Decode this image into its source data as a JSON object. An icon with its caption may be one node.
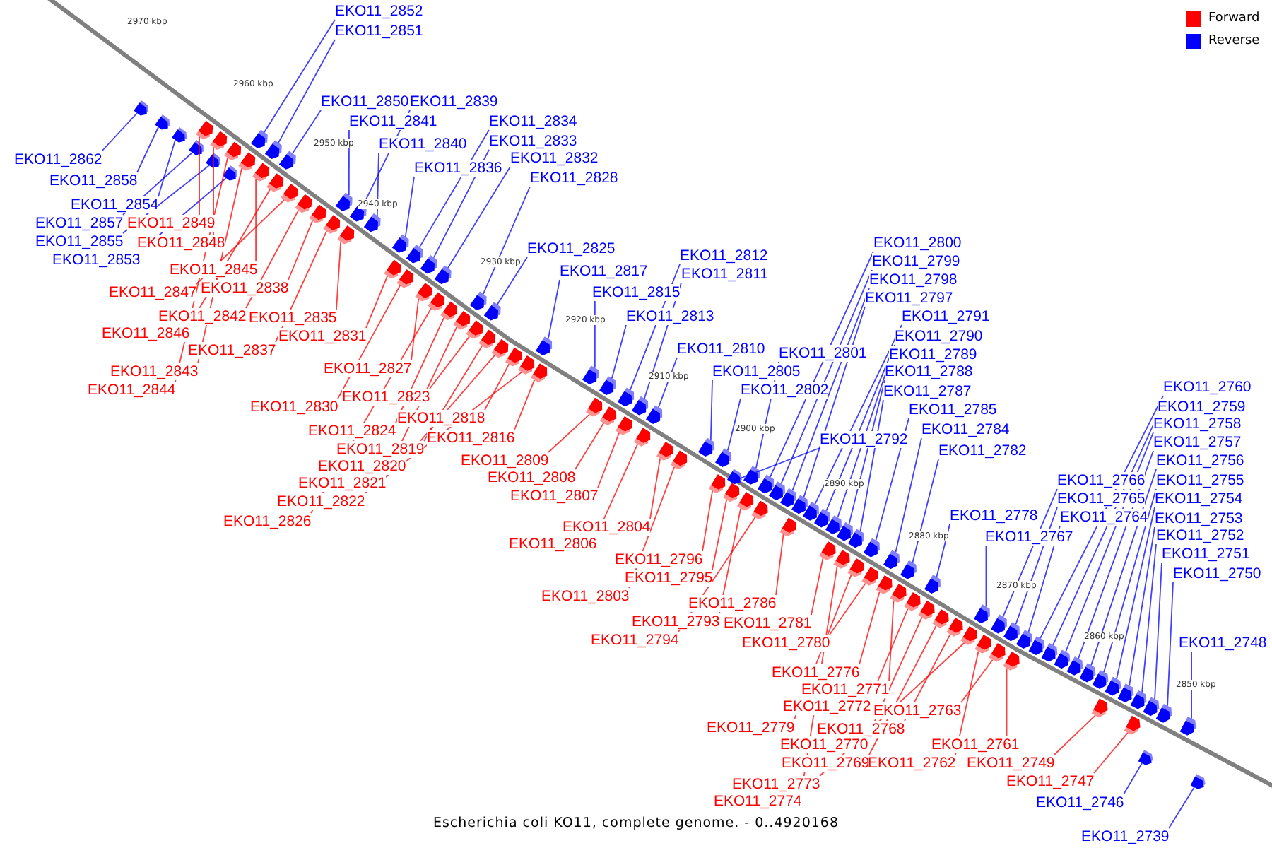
{
  "diagram": {
    "caption": "Escherichia coli KO11, complete genome. - 0..4920168",
    "nodes": [
      {
        "text": [
          "EKO11_2852"
        ]
      },
      {
        "text": [
          "EKO11_2851"
        ]
      },
      {
        "text": [
          "EKO11_2850"
        ]
      },
      {
        "text": [
          "EKO11_2839"
        ]
      },
      {
        "text": [
          "EKO11_2841"
        ]
      },
      {
        "text": [
          "EKO11_2840"
        ]
      },
      {
        "text": [
          "EKO11_2834"
        ]
      },
      {
        "text": [
          "EKO11_2833"
        ]
      },
      {
        "text": [
          "EKO11_2836"
        ]
      },
      {
        "text": [
          "EKO11_2832"
        ]
      },
      {
        "text": [
          "EKO11_2828"
        ]
      },
      {
        "text": [
          "EKO11_2862"
        ]
      },
      {
        "text": [
          "EKO11_2858"
        ]
      },
      {
        "text": [
          "EKO11_2854"
        ]
      },
      {
        "text": [
          "EKO11_2857"
        ]
      },
      {
        "text": [
          "EKO11_2855"
        ]
      },
      {
        "text": [
          "EKO11_2853"
        ]
      },
      {
        "text": [
          "EKO11_2849"
        ]
      },
      {
        "text": [
          "EKO11_2848"
        ]
      },
      {
        "text": [
          "EKO11_2845"
        ]
      },
      {
        "text": [
          "EKO11_2847"
        ]
      },
      {
        "text": [
          "EKO11_2838"
        ]
      },
      {
        "text": [
          "EKO11_2842"
        ]
      },
      {
        "text": [
          "EKO11_2835"
        ]
      },
      {
        "text": [
          "EKO11_2846"
        ]
      },
      {
        "text": [
          "EKO11_2837"
        ]
      },
      {
        "text": [
          "EKO11_2831"
        ]
      },
      {
        "text": [
          "EKO11_2843"
        ]
      },
      {
        "text": [
          "EKO11_2844"
        ]
      },
      {
        "text": [
          "EKO11_2827"
        ]
      },
      {
        "text": [
          "EKO11_2830"
        ]
      },
      {
        "text": [
          "EKO11_2823"
        ]
      },
      {
        "text": [
          "EKO11_2824"
        ]
      },
      {
        "text": [
          "EKO11_2818"
        ]
      },
      {
        "text": [
          "EKO11_2819"
        ]
      },
      {
        "text": [
          "EKO11_2816"
        ]
      },
      {
        "text": [
          "EKO11_2820"
        ]
      },
      {
        "text": [
          "EKO11_2821"
        ]
      },
      {
        "text": [
          "EKO11_2822"
        ]
      },
      {
        "text": [
          "EKO11_2826"
        ]
      },
      {
        "text": [
          "EKO11_2809"
        ]
      },
      {
        "text": [
          "EKO11_2808"
        ]
      },
      {
        "text": [
          "EKO11_2807"
        ]
      },
      {
        "text": [
          "EKO11_2804"
        ]
      },
      {
        "text": [
          "EKO11_2806"
        ]
      },
      {
        "text": [
          "EKO11_2796"
        ]
      },
      {
        "text": [
          "EKO11_2795"
        ]
      },
      {
        "text": [
          "EKO11_2803"
        ]
      },
      {
        "text": [
          "EKO11_2786"
        ]
      },
      {
        "text": [
          "EKO11_2793"
        ]
      },
      {
        "text": [
          "EKO11_2781"
        ]
      },
      {
        "text": [
          "EKO11_2794"
        ]
      },
      {
        "text": [
          "EKO11_2780"
        ]
      },
      {
        "text": [
          "EKO11_2776"
        ]
      },
      {
        "text": [
          "EKO11_2771"
        ]
      },
      {
        "text": [
          "EKO11_2772"
        ]
      },
      {
        "text": [
          "EKO11_2763"
        ]
      },
      {
        "text": [
          "EKO11_2779"
        ]
      },
      {
        "text": [
          "EKO11_2768"
        ]
      },
      {
        "text": [
          "EKO11_2770"
        ]
      },
      {
        "text": [
          "EKO11_2761"
        ]
      },
      {
        "text": [
          "EKO11_2749"
        ]
      },
      {
        "text": [
          "EKO11_2769"
        ]
      },
      {
        "text": [
          "EKO11_2762"
        ]
      },
      {
        "text": [
          "EKO11_2773"
        ]
      },
      {
        "text": [
          "EKO11_2774"
        ]
      },
      {
        "text": [
          "EKO11_2747"
        ]
      },
      {
        "text": [
          "EKO11_2825"
        ]
      },
      {
        "text": [
          "EKO11_2817"
        ]
      },
      {
        "text": [
          "EKO11_2812"
        ]
      },
      {
        "text": [
          "EKO11_2811"
        ]
      },
      {
        "text": [
          "EKO11_2815"
        ]
      },
      {
        "text": [
          "EKO11_2813"
        ]
      },
      {
        "text": [
          "EKO11_2810"
        ]
      },
      {
        "text": [
          "EKO11_2805"
        ]
      },
      {
        "text": [
          "EKO11_2802"
        ]
      },
      {
        "text": [
          "EKO11_2801"
        ]
      },
      {
        "text": [
          "EKO11_2800"
        ]
      },
      {
        "text": [
          "EKO11_2799"
        ]
      },
      {
        "text": [
          "EKO11_2798"
        ]
      },
      {
        "text": [
          "EKO11_2797"
        ]
      },
      {
        "text": [
          "EKO11_2791"
        ]
      },
      {
        "text": [
          "EKO11_2790"
        ]
      },
      {
        "text": [
          "EKO11_2789"
        ]
      },
      {
        "text": [
          "EKO11_2788"
        ]
      },
      {
        "text": [
          "EKO11_2787"
        ]
      },
      {
        "text": [
          "EKO11_2792"
        ]
      },
      {
        "text": [
          "EKO11_2785"
        ]
      },
      {
        "text": [
          "EKO11_2784"
        ]
      },
      {
        "text": [
          "EKO11_2782"
        ]
      },
      {
        "text": [
          "EKO11_2778"
        ]
      },
      {
        "text": [
          "EKO11_2767"
        ]
      },
      {
        "text": [
          "EKO11_2766"
        ]
      },
      {
        "text": [
          "EKO11_2765"
        ]
      },
      {
        "text": [
          "EKO11_2764"
        ]
      },
      {
        "text": [
          "EKO11_2760"
        ]
      },
      {
        "text": [
          "EKO11_2759"
        ]
      },
      {
        "text": [
          "EKO11_2758"
        ]
      },
      {
        "text": [
          "EKO11_2757"
        ]
      },
      {
        "text": [
          "EKO11_2756"
        ]
      },
      {
        "text": [
          "EKO11_2755"
        ]
      },
      {
        "text": [
          "EKO11_2754"
        ]
      },
      {
        "text": [
          "EKO11_2753"
        ]
      },
      {
        "text": [
          "EKO11_2752"
        ]
      },
      {
        "text": [
          "EKO11_2751"
        ]
      },
      {
        "text": [
          "EKO11_2750"
        ]
      },
      {
        "text": [
          "EKO11_2748"
        ]
      },
      {
        "text": [
          "EKO11_2746"
        ]
      },
      {
        "text": [
          "EKO11_2739"
        ]
      },
      {
        "text": [],
        "shape": "box"
      },
      {
        "text": [],
        "shape": "box"
      },
      {
        "text": [],
        "shape": "box"
      },
      {
        "text": [],
        "shape": "box"
      },
      {
        "text": [],
        "shape": "box"
      },
      {
        "text": [],
        "shape": "box"
      },
      {
        "text": [],
        "shape": "box"
      },
      {
        "text": [],
        "shape": "box"
      },
      {
        "text": [],
        "shape": "box"
      },
      {
        "text": [],
        "shape": "box"
      },
      {
        "text": [],
        "shape": "box"
      },
      {
        "text": [],
        "shape": "box"
      },
      {
        "text": [],
        "shape": "box"
      },
      {
        "text": [],
        "shape": "box"
      },
      {
        "text": [],
        "shape": "box"
      },
      {
        "text": [],
        "shape": "box"
      },
      {
        "text": [],
        "shape": "box"
      },
      {
        "text": [],
        "shape": "box"
      },
      {
        "text": [],
        "shape": "box"
      },
      {
        "text": [],
        "shape": "box"
      },
      {
        "text": [],
        "shape": "box"
      },
      {
        "text": [],
        "shape": "box"
      },
      {
        "text": [],
        "shape": "box"
      },
      {
        "text": [],
        "shape": "box"
      },
      {
        "text": [],
        "shape": "box"
      },
      {
        "text": [],
        "shape": "box"
      },
      {
        "text": [],
        "shape": "box"
      },
      {
        "text": [],
        "shape": "box"
      },
      {
        "text": [],
        "shape": "box"
      },
      {
        "text": [],
        "shape": "box"
      },
      {
        "text": [],
        "shape": "box"
      },
      {
        "text": [],
        "shape": "box"
      },
      {
        "text": [],
        "shape": "box"
      },
      {
        "text": [],
        "shape": "box"
      },
      {
        "text": [],
        "shape": "box"
      },
      {
        "text": [],
        "shape": "box"
      },
      {
        "text": [],
        "shape": "box"
      },
      {
        "text": [],
        "shape": "box"
      },
      {
        "text": [],
        "shape": "box"
      },
      {
        "text": [],
        "shape": "box"
      },
      {
        "text": [],
        "shape": "box"
      },
      {
        "text": [],
        "shape": "box"
      },
      {
        "text": [],
        "shape": "box"
      },
      {
        "text": [],
        "shape": "box"
      },
      {
        "text": [],
        "shape": "box"
      },
      {
        "text": [],
        "shape": "box"
      },
      {
        "text": [],
        "shape": "box"
      },
      {
        "text": [],
        "shape": "box"
      },
      {
        "text": [],
        "shape": "box"
      },
      {
        "text": [],
        "shape": "box"
      },
      {
        "text": [],
        "shape": "box"
      },
      {
        "text": [],
        "shape": "box"
      },
      {
        "text": [],
        "shape": "box"
      },
      {
        "text": [],
        "shape": "box"
      },
      {
        "text": [],
        "shape": "box"
      },
      {
        "text": [],
        "shape": "box"
      },
      {
        "text": [],
        "shape": "box"
      },
      {
        "text": [],
        "shape": "box"
      },
      {
        "text": [],
        "shape": "box"
      },
      {
        "text": [],
        "shape": "box"
      },
      {
        "text": [],
        "shape": "box"
      },
      {
        "text": [],
        "shape": "box"
      },
      {
        "text": [],
        "shape": "box"
      },
      {
        "text": [],
        "shape": "box"
      },
      {
        "text": [],
        "shape": "box"
      },
      {
        "text": [],
        "shape": "box"
      },
      {
        "text": [],
        "shape": "box"
      },
      {
        "text": [],
        "shape": "box"
      },
      {
        "text": [],
        "shape": "box"
      },
      {
        "text": [],
        "shape": "box"
      },
      {
        "text": [],
        "shape": "box"
      },
      {
        "text": [],
        "shape": "box"
      },
      {
        "text": [],
        "shape": "box"
      },
      {
        "text": [],
        "shape": "box"
      },
      {
        "text": [],
        "shape": "box"
      },
      {
        "text": [],
        "shape": "box"
      },
      {
        "text": [],
        "shape": "box"
      },
      {
        "text": [],
        "shape": "box"
      },
      {
        "text": [],
        "shape": "box"
      },
      {
        "text": [],
        "shape": "box"
      },
      {
        "text": [],
        "shape": "box"
      },
      {
        "text": [],
        "shape": "box"
      },
      {
        "text": [],
        "shape": "box"
      },
      {
        "text": [],
        "shape": "box"
      },
      {
        "text": [],
        "shape": "box"
      },
      {
        "text": [],
        "shape": "box"
      },
      {
        "text": [],
        "shape": "box"
      },
      {
        "text": [],
        "shape": "box"
      },
      {
        "text": [],
        "shape": "box"
      },
      {
        "text": [],
        "shape": "box"
      },
      {
        "text": [],
        "shape": "box"
      },
      {
        "text": [],
        "shape": "box"
      },
      {
        "text": [],
        "shape": "box"
      },
      {
        "text": [],
        "shape": "box"
      },
      {
        "text": [],
        "shape": "box"
      },
      {
        "text": [],
        "shape": "box"
      },
      {
        "text": [],
        "shape": "box"
      },
      {
        "text": [],
        "shape": "box"
      },
      {
        "text": [],
        "shape": "box"
      },
      {
        "text": [],
        "shape": "box"
      },
      {
        "text": [],
        "shape": "box"
      },
      {
        "text": [],
        "shape": "box"
      },
      {
        "text": [],
        "shape": "box"
      },
      {
        "text": [],
        "shape": "box"
      },
      {
        "text": [],
        "shape": "box"
      },
      {
        "text": [],
        "shape": "box"
      },
      {
        "text": [],
        "shape": "box"
      },
      {
        "text": [],
        "shape": "box"
      },
      {
        "text": [],
        "shape": "box"
      }
    ],
    "edges": [
      {
        "from": 0,
        "to": 109,
        "arrow": "none"
      },
      {
        "from": 1,
        "to": 110,
        "arrow": "none"
      },
      {
        "from": 2,
        "to": 111,
        "arrow": "none"
      },
      {
        "from": 3,
        "to": 112,
        "arrow": "none"
      },
      {
        "from": 4,
        "to": 113,
        "arrow": "none"
      },
      {
        "from": 5,
        "to": 114,
        "arrow": "none"
      },
      {
        "from": 6,
        "to": 115,
        "arrow": "none"
      },
      {
        "from": 7,
        "to": 116,
        "arrow": "none"
      },
      {
        "from": 8,
        "to": 117,
        "arrow": "none"
      },
      {
        "from": 9,
        "to": 118,
        "arrow": "none"
      },
      {
        "from": 10,
        "to": 119,
        "arrow": "none"
      },
      {
        "from": 11,
        "to": 120,
        "arrow": "none"
      },
      {
        "from": 12,
        "to": 121,
        "arrow": "none"
      },
      {
        "from": 13,
        "to": 122,
        "arrow": "none"
      },
      {
        "from": 14,
        "to": 123,
        "arrow": "none"
      },
      {
        "from": 15,
        "to": 124,
        "arrow": "none"
      },
      {
        "from": 16,
        "to": 125,
        "arrow": "none"
      },
      {
        "from": 17,
        "to": 126,
        "arrow": "none",
        "color": "#ff0000"
      },
      {
        "from": 18,
        "to": 127,
        "arrow": "none",
        "color": "#ff0000"
      },
      {
        "from": 19,
        "to": 128,
        "arrow": "none",
        "color": "#ff0000"
      },
      {
        "from": 20,
        "to": 129,
        "arrow": "none",
        "color": "#ff0000"
      },
      {
        "from": 21,
        "to": 130,
        "arrow": "none",
        "color": "#ff0000"
      },
      {
        "from": 22,
        "to": 131,
        "arrow": "none",
        "color": "#ff0000"
      },
      {
        "from": 23,
        "to": 132,
        "arrow": "none",
        "color": "#ff0000"
      },
      {
        "from": 24,
        "to": 133,
        "arrow": "none",
        "color": "#ff0000"
      },
      {
        "from": 25,
        "to": 134,
        "arrow": "none",
        "color": "#ff0000"
      },
      {
        "from": 26,
        "to": 135,
        "arrow": "none",
        "color": "#ff0000"
      },
      {
        "from": 27,
        "to": 136,
        "arrow": "none",
        "color": "#ff0000"
      },
      {
        "from": 28,
        "to": 137,
        "arrow": "none",
        "color": "#ff0000"
      },
      {
        "from": 29,
        "to": 138,
        "arrow": "none",
        "color": "#ff0000"
      },
      {
        "from": 30,
        "to": 139,
        "arrow": "none",
        "color": "#ff0000"
      },
      {
        "from": 31,
        "to": 140,
        "arrow": "none",
        "color": "#ff0000"
      },
      {
        "from": 32,
        "to": 141,
        "arrow": "none",
        "color": "#ff0000"
      },
      {
        "from": 33,
        "to": 142,
        "arrow": "none",
        "color": "#ff0000"
      },
      {
        "from": 34,
        "to": 143,
        "arrow": "none",
        "color": "#ff0000"
      },
      {
        "from": 35,
        "to": 144,
        "arrow": "none",
        "color": "#ff0000"
      },
      {
        "from": 36,
        "to": 145,
        "arrow": "none",
        "color": "#ff0000"
      },
      {
        "from": 37,
        "to": 146,
        "arrow": "none",
        "color": "#ff0000"
      },
      {
        "from": 38,
        "to": 147,
        "arrow": "none",
        "color": "#ff0000"
      },
      {
        "from": 39,
        "to": 148,
        "arrow": "none",
        "color": "#ff0000"
      },
      {
        "from": 40,
        "to": 149,
        "arrow": "none",
        "color": "#ff0000"
      },
      {
        "from": 41,
        "to": 150,
        "arrow": "none",
        "color": "#ff0000"
      },
      {
        "from": 42,
        "to": 151,
        "arrow": "none",
        "color": "#ff0000"
      },
      {
        "from": 43,
        "to": 152,
        "arrow": "none",
        "color": "#ff0000"
      },
      {
        "from": 44,
        "to": 153,
        "arrow": "none",
        "color": "#ff0000"
      },
      {
        "from": 45,
        "to": 154,
        "arrow": "none",
        "color": "#ff0000"
      },
      {
        "from": 46,
        "to": 155,
        "arrow": "none",
        "color": "#ff0000"
      },
      {
        "from": 47,
        "to": 156,
        "arrow": "none",
        "color": "#ff0000"
      },
      {
        "from": 48,
        "to": 157,
        "arrow": "none",
        "color": "#ff0000"
      },
      {
        "from": 49,
        "to": 158,
        "arrow": "none",
        "color": "#ff0000"
      },
      {
        "from": 50,
        "to": 159,
        "arrow": "none",
        "color": "#ff0000"
      },
      {
        "from": 51,
        "to": 160,
        "arrow": "none",
        "color": "#ff0000"
      },
      {
        "from": 52,
        "to": 161,
        "arrow": "none",
        "color": "#ff0000"
      },
      {
        "from": 53,
        "to": 162,
        "arrow": "none",
        "color": "#ff0000"
      },
      {
        "from": 54,
        "to": 163,
        "arrow": "none",
        "color": "#ff0000"
      },
      {
        "from": 55,
        "to": 164,
        "arrow": "none",
        "color": "#ff0000"
      },
      {
        "from": 56,
        "to": 165,
        "arrow": "none",
        "color": "#ff0000"
      },
      {
        "from": 57,
        "to": 166,
        "arrow": "none",
        "color": "#ff0000"
      },
      {
        "from": 58,
        "to": 167,
        "arrow": "none",
        "color": "#ff0000"
      },
      {
        "from": 59,
        "to": 168,
        "arrow": "none",
        "color": "#ff0000"
      },
      {
        "from": 60,
        "to": 169,
        "arrow": "none",
        "color": "#ff0000"
      },
      {
        "from": 61,
        "to": 170,
        "arrow": "none",
        "color": "#ff0000"
      },
      {
        "from": 62,
        "to": 171,
        "arrow": "none",
        "color": "#ff0000"
      },
      {
        "from": 63,
        "to": 172,
        "arrow": "none",
        "color": "#ff0000"
      },
      {
        "from": 64,
        "to": 173,
        "arrow": "none",
        "color": "#ff0000"
      },
      {
        "from": 65,
        "to": 174,
        "arrow": "none",
        "color": "#ff0000"
      },
      {
        "from": 66,
        "to": 175,
        "arrow": "none",
        "color": "#ff0000"
      },
      {
        "from": 67,
        "to": 176,
        "arrow": "none"
      },
      {
        "from": 68,
        "to": 177,
        "arrow": "none"
      },
      {
        "from": 69,
        "to": 178,
        "arrow": "none"
      },
      {
        "from": 70,
        "to": 179,
        "arrow": "none"
      },
      {
        "from": 71,
        "to": 180,
        "arrow": "none"
      },
      {
        "from": 72,
        "to": 181,
        "arrow": "none"
      },
      {
        "from": 73,
        "to": 182,
        "arrow": "none"
      },
      {
        "from": 74,
        "to": 183,
        "arrow": "none"
      },
      {
        "from": 75,
        "to": 184,
        "arrow": "none"
      },
      {
        "from": 76,
        "to": 185,
        "arrow": "none"
      },
      {
        "from": 77,
        "to": 186,
        "arrow": "none"
      },
      {
        "from": 78,
        "to": 187,
        "arrow": "none"
      },
      {
        "from": 79,
        "to": 188,
        "arrow": "none"
      },
      {
        "from": 80,
        "to": 189,
        "arrow": "none"
      },
      {
        "from": 81,
        "to": 190,
        "arrow": "none"
      },
      {
        "from": 82,
        "to": 191,
        "arrow": "none"
      },
      {
        "from": 83,
        "to": 192,
        "arrow": "none"
      },
      {
        "from": 84,
        "to": 193,
        "arrow": "none"
      },
      {
        "from": 85,
        "to": 194,
        "arrow": "none"
      },
      {
        "from": 86,
        "to": 195,
        "arrow": "none"
      },
      {
        "from": 87,
        "to": 196,
        "arrow": "none"
      },
      {
        "from": 88,
        "to": 197,
        "arrow": "none"
      },
      {
        "from": 89,
        "to": 198,
        "arrow": "none"
      },
      {
        "from": 90,
        "to": 199,
        "arrow": "none"
      },
      {
        "from": 91,
        "to": 200,
        "arrow": "none"
      },
      {
        "from": 92,
        "to": 201,
        "arrow": "none"
      },
      {
        "from": 93,
        "to": 202,
        "arrow": "none"
      },
      {
        "from": 94,
        "to": 203,
        "arrow": "none"
      },
      {
        "from": 95,
        "to": 204,
        "arrow": "none"
      },
      {
        "from": 96,
        "to": 205,
        "arrow": "none"
      },
      {
        "from": 97,
        "to": 206,
        "arrow": "none"
      },
      {
        "from": 98,
        "to": 207,
        "arrow": "none"
      },
      {
        "from": 99,
        "to": 208,
        "arrow": "none"
      },
      {
        "from": 100,
        "to": 209,
        "arrow": "none"
      },
      {
        "from": 101,
        "to": 210,
        "arrow": "none"
      },
      {
        "from": 102,
        "to": 211,
        "arrow": "none"
      },
      {
        "from": 103,
        "to": 212,
        "arrow": "none"
      },
      {
        "from": 104,
        "to": 213,
        "arrow": "none"
      },
      {
        "from": 105,
        "to": 214,
        "arrow": "none"
      },
      {
        "from": 106,
        "to": 215,
        "arrow": "none"
      },
      {
        "from": 107,
        "to": 216,
        "arrow": "none"
      },
      {
        "from": 108,
        "to": 217,
        "arrow": "none"
      }
    ],
    "labels": [
      "2970 kbp",
      "2960 kbp",
      "2950 kbp",
      "2940 kbp",
      "2930 kbp",
      "2920 kbp",
      "2910 kbp",
      "2900 kbp",
      "2890 kbp",
      "2880 kbp",
      "2870 kbp",
      "2860 kbp",
      "2850 kbp"
    ],
    "legend": [
      {
        "text": "Forward",
        "color": "#ff0000"
      },
      {
        "text": "Reverse",
        "color": "#0000ff"
      }
    ]
  }
}
